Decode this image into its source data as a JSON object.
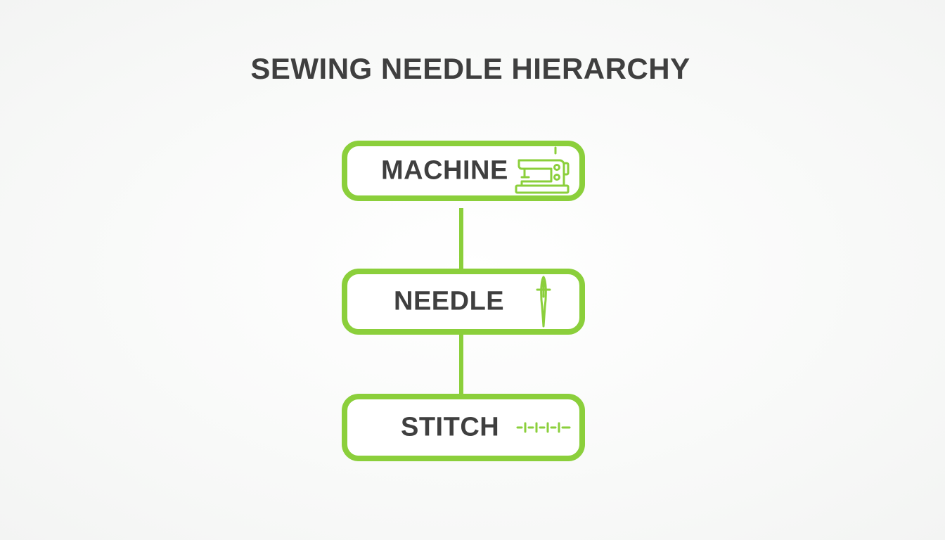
{
  "title": "SEWING NEEDLE HIERARCHY",
  "accent_color": "#8bcf3b",
  "text_color": "#3f3f3f",
  "nodes": [
    {
      "label": "MACHINE",
      "icon": "sewing-machine-icon"
    },
    {
      "label": "NEEDLE",
      "icon": "needle-icon"
    },
    {
      "label": "STITCH",
      "icon": "stitch-line-icon"
    }
  ]
}
